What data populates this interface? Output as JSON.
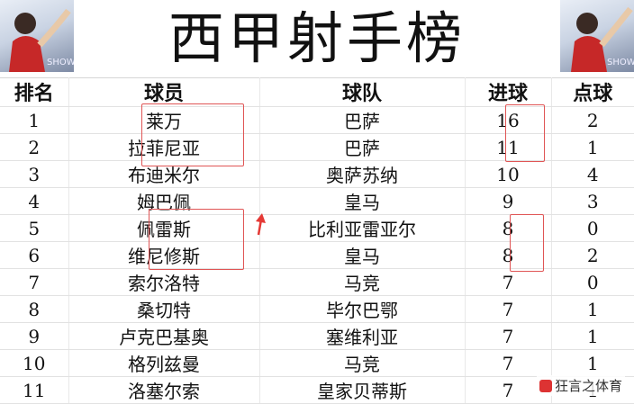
{
  "title": "西甲射手榜",
  "thumbnail_text": "SHOW",
  "columns": [
    "排名",
    "球员",
    "球队",
    "进球",
    "点球"
  ],
  "rows": [
    [
      "1",
      "莱万",
      "巴萨",
      "16",
      "2"
    ],
    [
      "2",
      "拉菲尼亚",
      "巴萨",
      "11",
      "1"
    ],
    [
      "3",
      "布迪米尔",
      "奥萨苏纳",
      "10",
      "4"
    ],
    [
      "4",
      "姆巴佩",
      "皇马",
      "9",
      "3"
    ],
    [
      "5",
      "佩雷斯",
      "比利亚雷亚尔",
      "8",
      "0"
    ],
    [
      "6",
      "维尼修斯",
      "皇马",
      "8",
      "2"
    ],
    [
      "7",
      "索尔洛特",
      "马竞",
      "7",
      "0"
    ],
    [
      "8",
      "桑切特",
      "毕尔巴鄂",
      "7",
      "1"
    ],
    [
      "9",
      "卢克巴基奥",
      "塞维利亚",
      "7",
      "1"
    ],
    [
      "10",
      "格列兹曼",
      "马竞",
      "7",
      "1"
    ],
    [
      "11",
      "洛塞尔索",
      "皇家贝蒂斯",
      "7",
      "1"
    ]
  ],
  "watermark": "狂言之体育",
  "colors": {
    "highlight": "#e05555",
    "arrow": "#e53935"
  }
}
